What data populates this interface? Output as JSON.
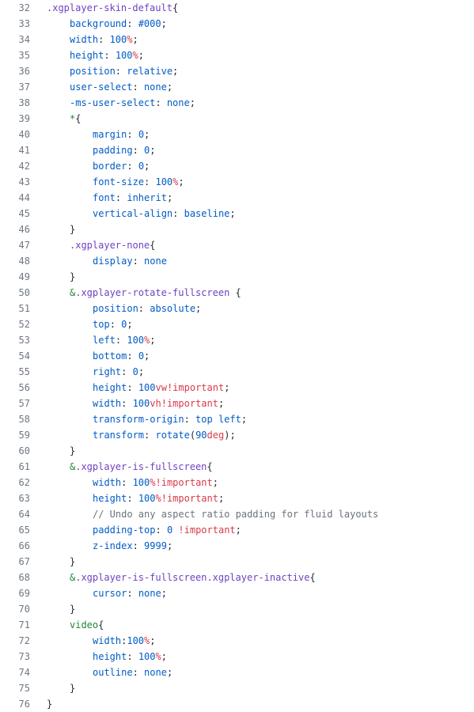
{
  "editor": {
    "colors": {
      "text": "#24292e",
      "selector": "#6f42c1",
      "property": "#005cc5",
      "keyword": "#d73a49",
      "tag": "#22863a",
      "comment": "#6a737d",
      "line_number": "#6e7781"
    },
    "lines": [
      {
        "n": "32",
        "ind": 0,
        "tokens": [
          {
            "t": ".xgplayer-skin-default",
            "c": "sel"
          },
          {
            "t": "{",
            "c": "pl"
          }
        ]
      },
      {
        "n": "33",
        "ind": 1,
        "tokens": [
          {
            "t": "background",
            "c": "prop"
          },
          {
            "t": ": ",
            "c": "pl"
          },
          {
            "t": "#000",
            "c": "prop"
          },
          {
            "t": ";",
            "c": "pl"
          }
        ]
      },
      {
        "n": "34",
        "ind": 1,
        "tokens": [
          {
            "t": "width",
            "c": "prop"
          },
          {
            "t": ": ",
            "c": "pl"
          },
          {
            "t": "100",
            "c": "prop"
          },
          {
            "t": "%",
            "c": "unit"
          },
          {
            "t": ";",
            "c": "pl"
          }
        ]
      },
      {
        "n": "35",
        "ind": 1,
        "tokens": [
          {
            "t": "height",
            "c": "prop"
          },
          {
            "t": ": ",
            "c": "pl"
          },
          {
            "t": "100",
            "c": "prop"
          },
          {
            "t": "%",
            "c": "unit"
          },
          {
            "t": ";",
            "c": "pl"
          }
        ]
      },
      {
        "n": "36",
        "ind": 1,
        "tokens": [
          {
            "t": "position",
            "c": "prop"
          },
          {
            "t": ": ",
            "c": "pl"
          },
          {
            "t": "relative",
            "c": "prop"
          },
          {
            "t": ";",
            "c": "pl"
          }
        ]
      },
      {
        "n": "37",
        "ind": 1,
        "tokens": [
          {
            "t": "user-select",
            "c": "prop"
          },
          {
            "t": ": ",
            "c": "pl"
          },
          {
            "t": "none",
            "c": "prop"
          },
          {
            "t": ";",
            "c": "pl"
          }
        ]
      },
      {
        "n": "38",
        "ind": 1,
        "tokens": [
          {
            "t": "-ms-user-select",
            "c": "prop"
          },
          {
            "t": ": ",
            "c": "pl"
          },
          {
            "t": "none",
            "c": "prop"
          },
          {
            "t": ";",
            "c": "pl"
          }
        ]
      },
      {
        "n": "39",
        "ind": 1,
        "tokens": [
          {
            "t": "*",
            "c": "tag"
          },
          {
            "t": "{",
            "c": "pl"
          }
        ]
      },
      {
        "n": "40",
        "ind": 2,
        "tokens": [
          {
            "t": "margin",
            "c": "prop"
          },
          {
            "t": ": ",
            "c": "pl"
          },
          {
            "t": "0",
            "c": "prop"
          },
          {
            "t": ";",
            "c": "pl"
          }
        ]
      },
      {
        "n": "41",
        "ind": 2,
        "tokens": [
          {
            "t": "padding",
            "c": "prop"
          },
          {
            "t": ": ",
            "c": "pl"
          },
          {
            "t": "0",
            "c": "prop"
          },
          {
            "t": ";",
            "c": "pl"
          }
        ]
      },
      {
        "n": "42",
        "ind": 2,
        "tokens": [
          {
            "t": "border",
            "c": "prop"
          },
          {
            "t": ": ",
            "c": "pl"
          },
          {
            "t": "0",
            "c": "prop"
          },
          {
            "t": ";",
            "c": "pl"
          }
        ]
      },
      {
        "n": "43",
        "ind": 2,
        "tokens": [
          {
            "t": "font-size",
            "c": "prop"
          },
          {
            "t": ": ",
            "c": "pl"
          },
          {
            "t": "100",
            "c": "prop"
          },
          {
            "t": "%",
            "c": "unit"
          },
          {
            "t": ";",
            "c": "pl"
          }
        ]
      },
      {
        "n": "44",
        "ind": 2,
        "tokens": [
          {
            "t": "font",
            "c": "prop"
          },
          {
            "t": ": ",
            "c": "pl"
          },
          {
            "t": "inherit",
            "c": "prop"
          },
          {
            "t": ";",
            "c": "pl"
          }
        ]
      },
      {
        "n": "45",
        "ind": 2,
        "tokens": [
          {
            "t": "vertical-align",
            "c": "prop"
          },
          {
            "t": ": ",
            "c": "pl"
          },
          {
            "t": "baseline",
            "c": "prop"
          },
          {
            "t": ";",
            "c": "pl"
          }
        ]
      },
      {
        "n": "46",
        "ind": 1,
        "tokens": [
          {
            "t": "}",
            "c": "pl"
          }
        ]
      },
      {
        "n": "47",
        "ind": 1,
        "tokens": [
          {
            "t": ".xgplayer-none",
            "c": "sel"
          },
          {
            "t": "{",
            "c": "pl"
          }
        ]
      },
      {
        "n": "48",
        "ind": 2,
        "tokens": [
          {
            "t": "display",
            "c": "prop"
          },
          {
            "t": ": ",
            "c": "pl"
          },
          {
            "t": "none",
            "c": "prop"
          }
        ]
      },
      {
        "n": "49",
        "ind": 1,
        "tokens": [
          {
            "t": "}",
            "c": "pl"
          }
        ]
      },
      {
        "n": "50",
        "ind": 1,
        "tokens": [
          {
            "t": "&",
            "c": "tag"
          },
          {
            "t": ".xgplayer-rotate-fullscreen",
            "c": "sel"
          },
          {
            "t": " {",
            "c": "pl"
          }
        ]
      },
      {
        "n": "51",
        "ind": 2,
        "tokens": [
          {
            "t": "position",
            "c": "prop"
          },
          {
            "t": ": ",
            "c": "pl"
          },
          {
            "t": "absolute",
            "c": "prop"
          },
          {
            "t": ";",
            "c": "pl"
          }
        ]
      },
      {
        "n": "52",
        "ind": 2,
        "tokens": [
          {
            "t": "top",
            "c": "prop"
          },
          {
            "t": ": ",
            "c": "pl"
          },
          {
            "t": "0",
            "c": "prop"
          },
          {
            "t": ";",
            "c": "pl"
          }
        ]
      },
      {
        "n": "53",
        "ind": 2,
        "tokens": [
          {
            "t": "left",
            "c": "prop"
          },
          {
            "t": ": ",
            "c": "pl"
          },
          {
            "t": "100",
            "c": "prop"
          },
          {
            "t": "%",
            "c": "unit"
          },
          {
            "t": ";",
            "c": "pl"
          }
        ]
      },
      {
        "n": "54",
        "ind": 2,
        "tokens": [
          {
            "t": "bottom",
            "c": "prop"
          },
          {
            "t": ": ",
            "c": "pl"
          },
          {
            "t": "0",
            "c": "prop"
          },
          {
            "t": ";",
            "c": "pl"
          }
        ]
      },
      {
        "n": "55",
        "ind": 2,
        "tokens": [
          {
            "t": "right",
            "c": "prop"
          },
          {
            "t": ": ",
            "c": "pl"
          },
          {
            "t": "0",
            "c": "prop"
          },
          {
            "t": ";",
            "c": "pl"
          }
        ]
      },
      {
        "n": "56",
        "ind": 2,
        "tokens": [
          {
            "t": "height",
            "c": "prop"
          },
          {
            "t": ": ",
            "c": "pl"
          },
          {
            "t": "100",
            "c": "prop"
          },
          {
            "t": "vw",
            "c": "unit"
          },
          {
            "t": "!important",
            "c": "unit"
          },
          {
            "t": ";",
            "c": "pl"
          }
        ]
      },
      {
        "n": "57",
        "ind": 2,
        "tokens": [
          {
            "t": "width",
            "c": "prop"
          },
          {
            "t": ": ",
            "c": "pl"
          },
          {
            "t": "100",
            "c": "prop"
          },
          {
            "t": "vh",
            "c": "unit"
          },
          {
            "t": "!important",
            "c": "unit"
          },
          {
            "t": ";",
            "c": "pl"
          }
        ]
      },
      {
        "n": "58",
        "ind": 2,
        "tokens": [
          {
            "t": "transform-origin",
            "c": "prop"
          },
          {
            "t": ": ",
            "c": "pl"
          },
          {
            "t": "top left",
            "c": "prop"
          },
          {
            "t": ";",
            "c": "pl"
          }
        ]
      },
      {
        "n": "59",
        "ind": 2,
        "tokens": [
          {
            "t": "transform",
            "c": "prop"
          },
          {
            "t": ": ",
            "c": "pl"
          },
          {
            "t": "rotate",
            "c": "prop"
          },
          {
            "t": "(",
            "c": "pl"
          },
          {
            "t": "90",
            "c": "prop"
          },
          {
            "t": "deg",
            "c": "unit"
          },
          {
            "t": ");",
            "c": "pl"
          }
        ]
      },
      {
        "n": "60",
        "ind": 1,
        "tokens": [
          {
            "t": "}",
            "c": "pl"
          }
        ]
      },
      {
        "n": "61",
        "ind": 1,
        "tokens": [
          {
            "t": "&",
            "c": "tag"
          },
          {
            "t": ".xgplayer-is-fullscreen",
            "c": "sel"
          },
          {
            "t": "{",
            "c": "pl"
          }
        ]
      },
      {
        "n": "62",
        "ind": 2,
        "tokens": [
          {
            "t": "width",
            "c": "prop"
          },
          {
            "t": ": ",
            "c": "pl"
          },
          {
            "t": "100",
            "c": "prop"
          },
          {
            "t": "%",
            "c": "unit"
          },
          {
            "t": "!important",
            "c": "unit"
          },
          {
            "t": ";",
            "c": "pl"
          }
        ]
      },
      {
        "n": "63",
        "ind": 2,
        "tokens": [
          {
            "t": "height",
            "c": "prop"
          },
          {
            "t": ": ",
            "c": "pl"
          },
          {
            "t": "100",
            "c": "prop"
          },
          {
            "t": "%",
            "c": "unit"
          },
          {
            "t": "!important",
            "c": "unit"
          },
          {
            "t": ";",
            "c": "pl"
          }
        ]
      },
      {
        "n": "64",
        "ind": 2,
        "tokens": [
          {
            "t": "// Undo any aspect ratio padding for fluid layouts",
            "c": "cmt"
          }
        ]
      },
      {
        "n": "65",
        "ind": 2,
        "tokens": [
          {
            "t": "padding-top",
            "c": "prop"
          },
          {
            "t": ": ",
            "c": "pl"
          },
          {
            "t": "0",
            "c": "prop"
          },
          {
            "t": " ",
            "c": "pl"
          },
          {
            "t": "!important",
            "c": "unit"
          },
          {
            "t": ";",
            "c": "pl"
          }
        ]
      },
      {
        "n": "66",
        "ind": 2,
        "tokens": [
          {
            "t": "z-index",
            "c": "prop"
          },
          {
            "t": ": ",
            "c": "pl"
          },
          {
            "t": "9999",
            "c": "prop"
          },
          {
            "t": ";",
            "c": "pl"
          }
        ]
      },
      {
        "n": "67",
        "ind": 1,
        "tokens": [
          {
            "t": "}",
            "c": "pl"
          }
        ]
      },
      {
        "n": "68",
        "ind": 1,
        "tokens": [
          {
            "t": "&",
            "c": "tag"
          },
          {
            "t": ".xgplayer-is-fullscreen.xgplayer-inactive",
            "c": "sel"
          },
          {
            "t": "{",
            "c": "pl"
          }
        ]
      },
      {
        "n": "69",
        "ind": 2,
        "tokens": [
          {
            "t": "cursor",
            "c": "prop"
          },
          {
            "t": ": ",
            "c": "pl"
          },
          {
            "t": "none",
            "c": "prop"
          },
          {
            "t": ";",
            "c": "pl"
          }
        ]
      },
      {
        "n": "70",
        "ind": 1,
        "tokens": [
          {
            "t": "}",
            "c": "pl"
          }
        ]
      },
      {
        "n": "71",
        "ind": 1,
        "tokens": [
          {
            "t": "video",
            "c": "tag"
          },
          {
            "t": "{",
            "c": "pl"
          }
        ]
      },
      {
        "n": "72",
        "ind": 2,
        "tokens": [
          {
            "t": "width",
            "c": "prop"
          },
          {
            "t": ":",
            "c": "pl"
          },
          {
            "t": "100",
            "c": "prop"
          },
          {
            "t": "%",
            "c": "unit"
          },
          {
            "t": ";",
            "c": "pl"
          }
        ]
      },
      {
        "n": "73",
        "ind": 2,
        "tokens": [
          {
            "t": "height",
            "c": "prop"
          },
          {
            "t": ": ",
            "c": "pl"
          },
          {
            "t": "100",
            "c": "prop"
          },
          {
            "t": "%",
            "c": "unit"
          },
          {
            "t": ";",
            "c": "pl"
          }
        ]
      },
      {
        "n": "74",
        "ind": 2,
        "tokens": [
          {
            "t": "outline",
            "c": "prop"
          },
          {
            "t": ": ",
            "c": "pl"
          },
          {
            "t": "none",
            "c": "prop"
          },
          {
            "t": ";",
            "c": "pl"
          }
        ]
      },
      {
        "n": "75",
        "ind": 1,
        "tokens": [
          {
            "t": "}",
            "c": "pl"
          }
        ]
      },
      {
        "n": "76",
        "ind": 0,
        "tokens": [
          {
            "t": "}",
            "c": "pl"
          }
        ]
      }
    ]
  }
}
